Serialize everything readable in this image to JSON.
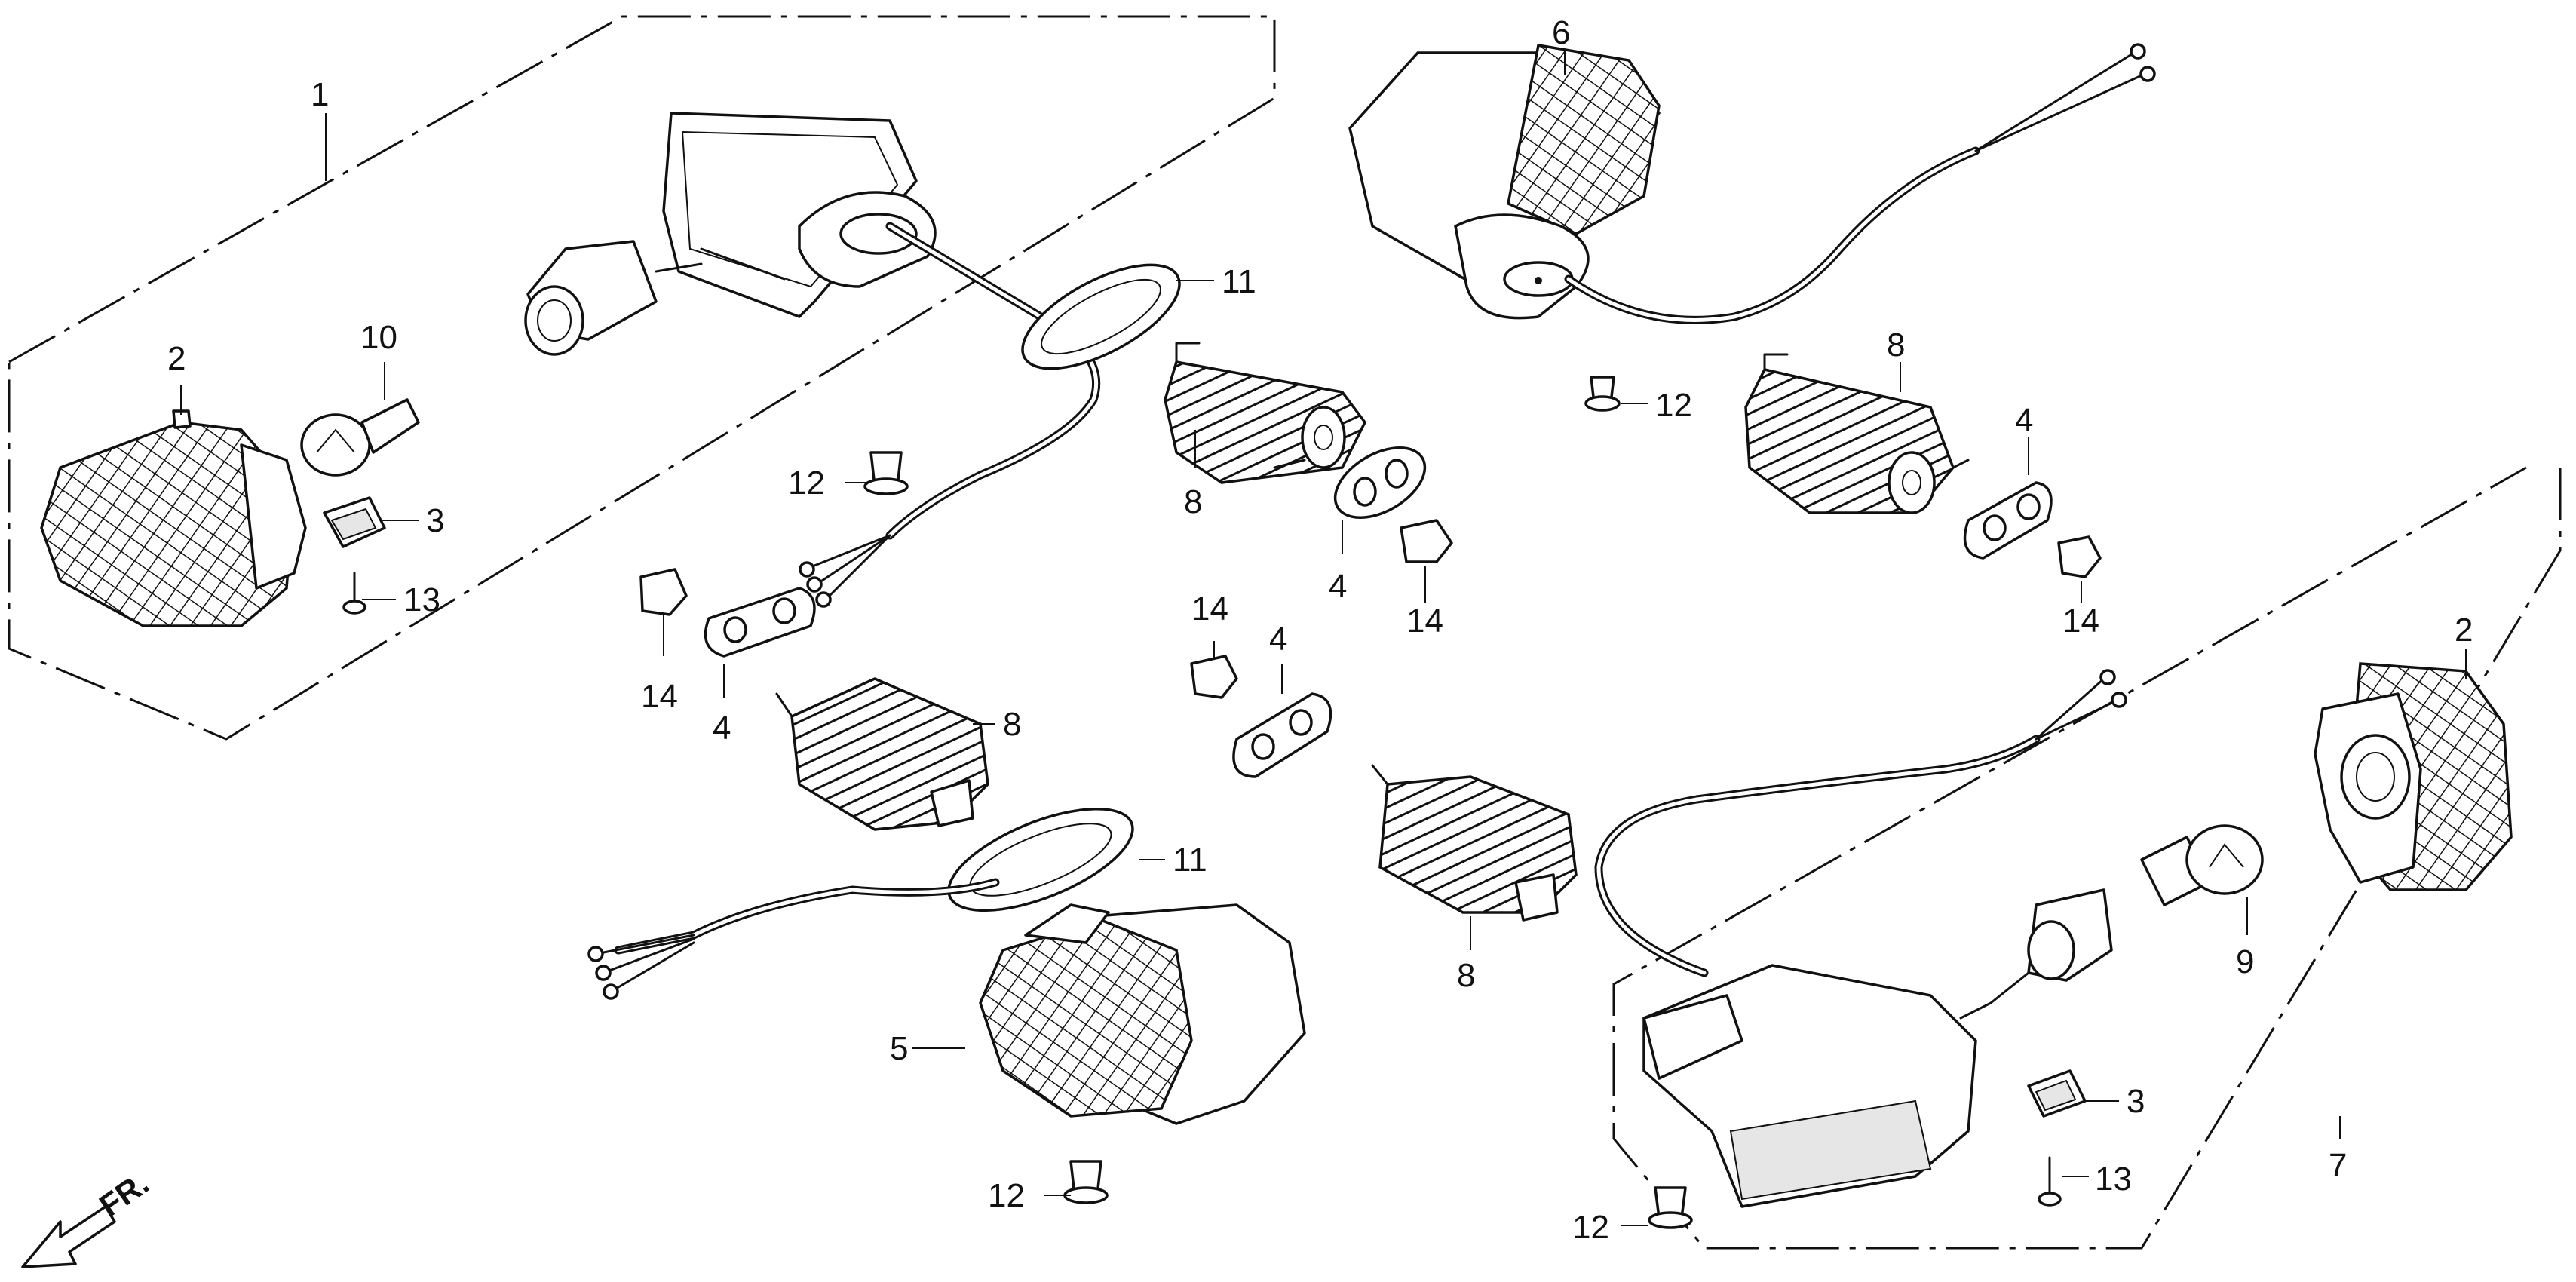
{
  "callouts": [
    {
      "id": "c1",
      "text": "1"
    },
    {
      "id": "c2a",
      "text": "2"
    },
    {
      "id": "c10",
      "text": "10"
    },
    {
      "id": "c3a",
      "text": "3"
    },
    {
      "id": "c13a",
      "text": "13"
    },
    {
      "id": "c11a",
      "text": "11"
    },
    {
      "id": "c12a",
      "text": "12"
    },
    {
      "id": "c8a",
      "text": "8"
    },
    {
      "id": "c4a",
      "text": "4"
    },
    {
      "id": "c14a",
      "text": "14"
    },
    {
      "id": "c14b",
      "text": "14"
    },
    {
      "id": "c4b",
      "text": "4"
    },
    {
      "id": "c8b",
      "text": "8"
    },
    {
      "id": "c14c",
      "text": "14"
    },
    {
      "id": "c4c",
      "text": "4"
    },
    {
      "id": "c11b",
      "text": "11"
    },
    {
      "id": "c5",
      "text": "5"
    },
    {
      "id": "c12b",
      "text": "12"
    },
    {
      "id": "c6",
      "text": "6"
    },
    {
      "id": "c12c",
      "text": "12"
    },
    {
      "id": "c8c",
      "text": "8"
    },
    {
      "id": "c4d",
      "text": "4"
    },
    {
      "id": "c14d",
      "text": "14"
    },
    {
      "id": "c2b",
      "text": "2"
    },
    {
      "id": "c8d",
      "text": "8"
    },
    {
      "id": "c9",
      "text": "9"
    },
    {
      "id": "c3b",
      "text": "3"
    },
    {
      "id": "c7",
      "text": "7"
    },
    {
      "id": "c13b",
      "text": "13"
    },
    {
      "id": "c12d",
      "text": "12"
    }
  ],
  "front_indicator": {
    "text": "FR.",
    "icon": "front-direction-arrow-icon"
  },
  "colors": {
    "ink": "#111111",
    "paper": "#ffffff"
  }
}
